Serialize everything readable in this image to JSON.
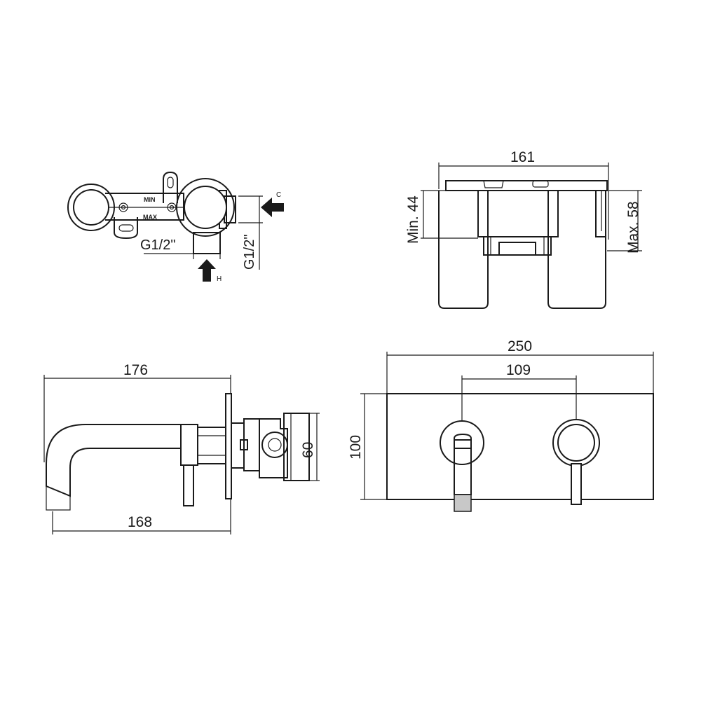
{
  "inlet_view": {
    "min_label": "MIN",
    "max_label": "MAX",
    "cold_label": "C",
    "hot_label": "H",
    "thread_bottom": "G1/2\"",
    "thread_side": "G1/2\""
  },
  "depth_view": {
    "width": "161",
    "min_depth": "Min. 44",
    "max_depth": "Max. 58"
  },
  "side_view": {
    "total_length": "176",
    "spout_length": "168",
    "body_height": "60"
  },
  "front_view": {
    "plate_width": "250",
    "centers": "109",
    "plate_height": "100"
  },
  "colors": {
    "line": "#1a1a1a",
    "background": "#ffffff"
  }
}
